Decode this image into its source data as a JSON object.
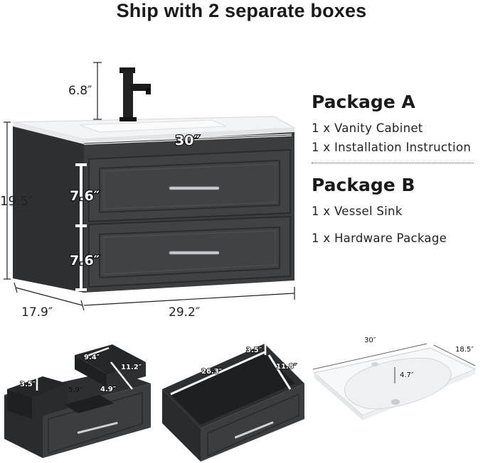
{
  "title": "Ship with 2 separate boxes",
  "package_a": {
    "heading": "Package A",
    "items": [
      "1 x Vanity Cabinet",
      "1 x Installation Instruction"
    ]
  },
  "package_b": {
    "heading": "Package B",
    "items": [
      "1 x Vessel Sink",
      "1 x Hardware Package"
    ]
  },
  "dimensions": {
    "faucet_height": "6.8″",
    "top_width": "30″",
    "overall_height": "19.5″",
    "drawer_top_height": "7.6″",
    "drawer_bottom_height": "7.6″",
    "depth": "17.9″",
    "cabinet_width": "29.2″"
  },
  "left_drawer_dims": {
    "a": "9.4″",
    "b": "11.2″",
    "c": "3.5″",
    "d": "5.9″",
    "e": "4.9″"
  },
  "middle_drawer_dims": {
    "a": "3.5″",
    "b": "26.3″",
    "c": "11.8″"
  },
  "sink_dims": {
    "width": "30″",
    "depth": "18.5″",
    "bowl_depth": "4.7″"
  },
  "colors": {
    "cabinet": "#3a3c3e",
    "cabinet_dark": "#2a2b2d",
    "countertop": "#f4f5f6",
    "faucet": "#1b1b1b"
  }
}
